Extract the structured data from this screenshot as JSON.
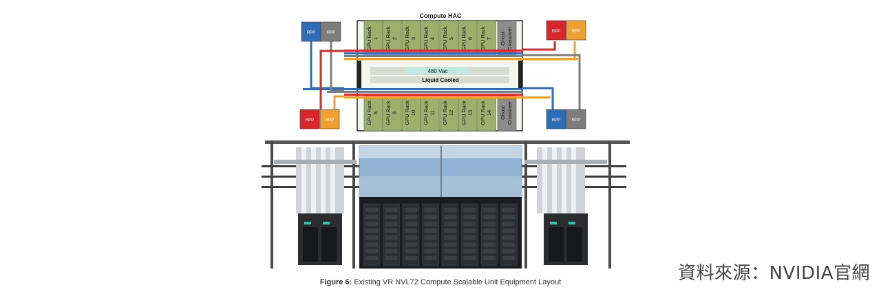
{
  "diagram": {
    "title": "Compute HAC",
    "center_band_label": "480 Vac",
    "lower_band_label": "Liquid Cooled",
    "rpp_label": "RPP",
    "top_racks": [
      {
        "line1": "GPU Rack",
        "num": "1"
      },
      {
        "line1": "GPU Rack",
        "num": "2"
      },
      {
        "line1": "GPU Rack",
        "num": "3"
      },
      {
        "line1": "GPU Rack",
        "num": "4"
      },
      {
        "line1": "GPU Rack",
        "num": "5"
      },
      {
        "line1": "GPU Rack",
        "num": "6"
      },
      {
        "line1": "GPU Rack",
        "num": "7"
      }
    ],
    "bottom_racks": [
      {
        "line1": "GPU Rack",
        "num": "8"
      },
      {
        "line1": "GPU Rack",
        "num": "9"
      },
      {
        "line1": "GPU Rack",
        "num": "10"
      },
      {
        "line1": "GPU Rack",
        "num": "11"
      },
      {
        "line1": "GPU Rack",
        "num": "12"
      },
      {
        "line1": "GPU Rack",
        "num": "13"
      },
      {
        "line1": "GPU Rack",
        "num": "14"
      }
    ],
    "crossover": {
      "line1": "Ghost",
      "line2": "Crossover"
    },
    "colors": {
      "rack": "#9caf6c",
      "rack_border": "#5f6e3e",
      "crossover": "#8c8c8c",
      "rpp_blue": "#2f6cb5",
      "rpp_gray": "#7d7d7d",
      "rpp_red": "#d9262a",
      "rpp_orange": "#f0a030",
      "band": "#bfe9df"
    }
  },
  "caption": {
    "prefix": "Figure 6:",
    "text": " Existing VR NVL72 Compute Scalable Unit Equipment Layout"
  },
  "source": "資料來源：NVIDIA官網"
}
